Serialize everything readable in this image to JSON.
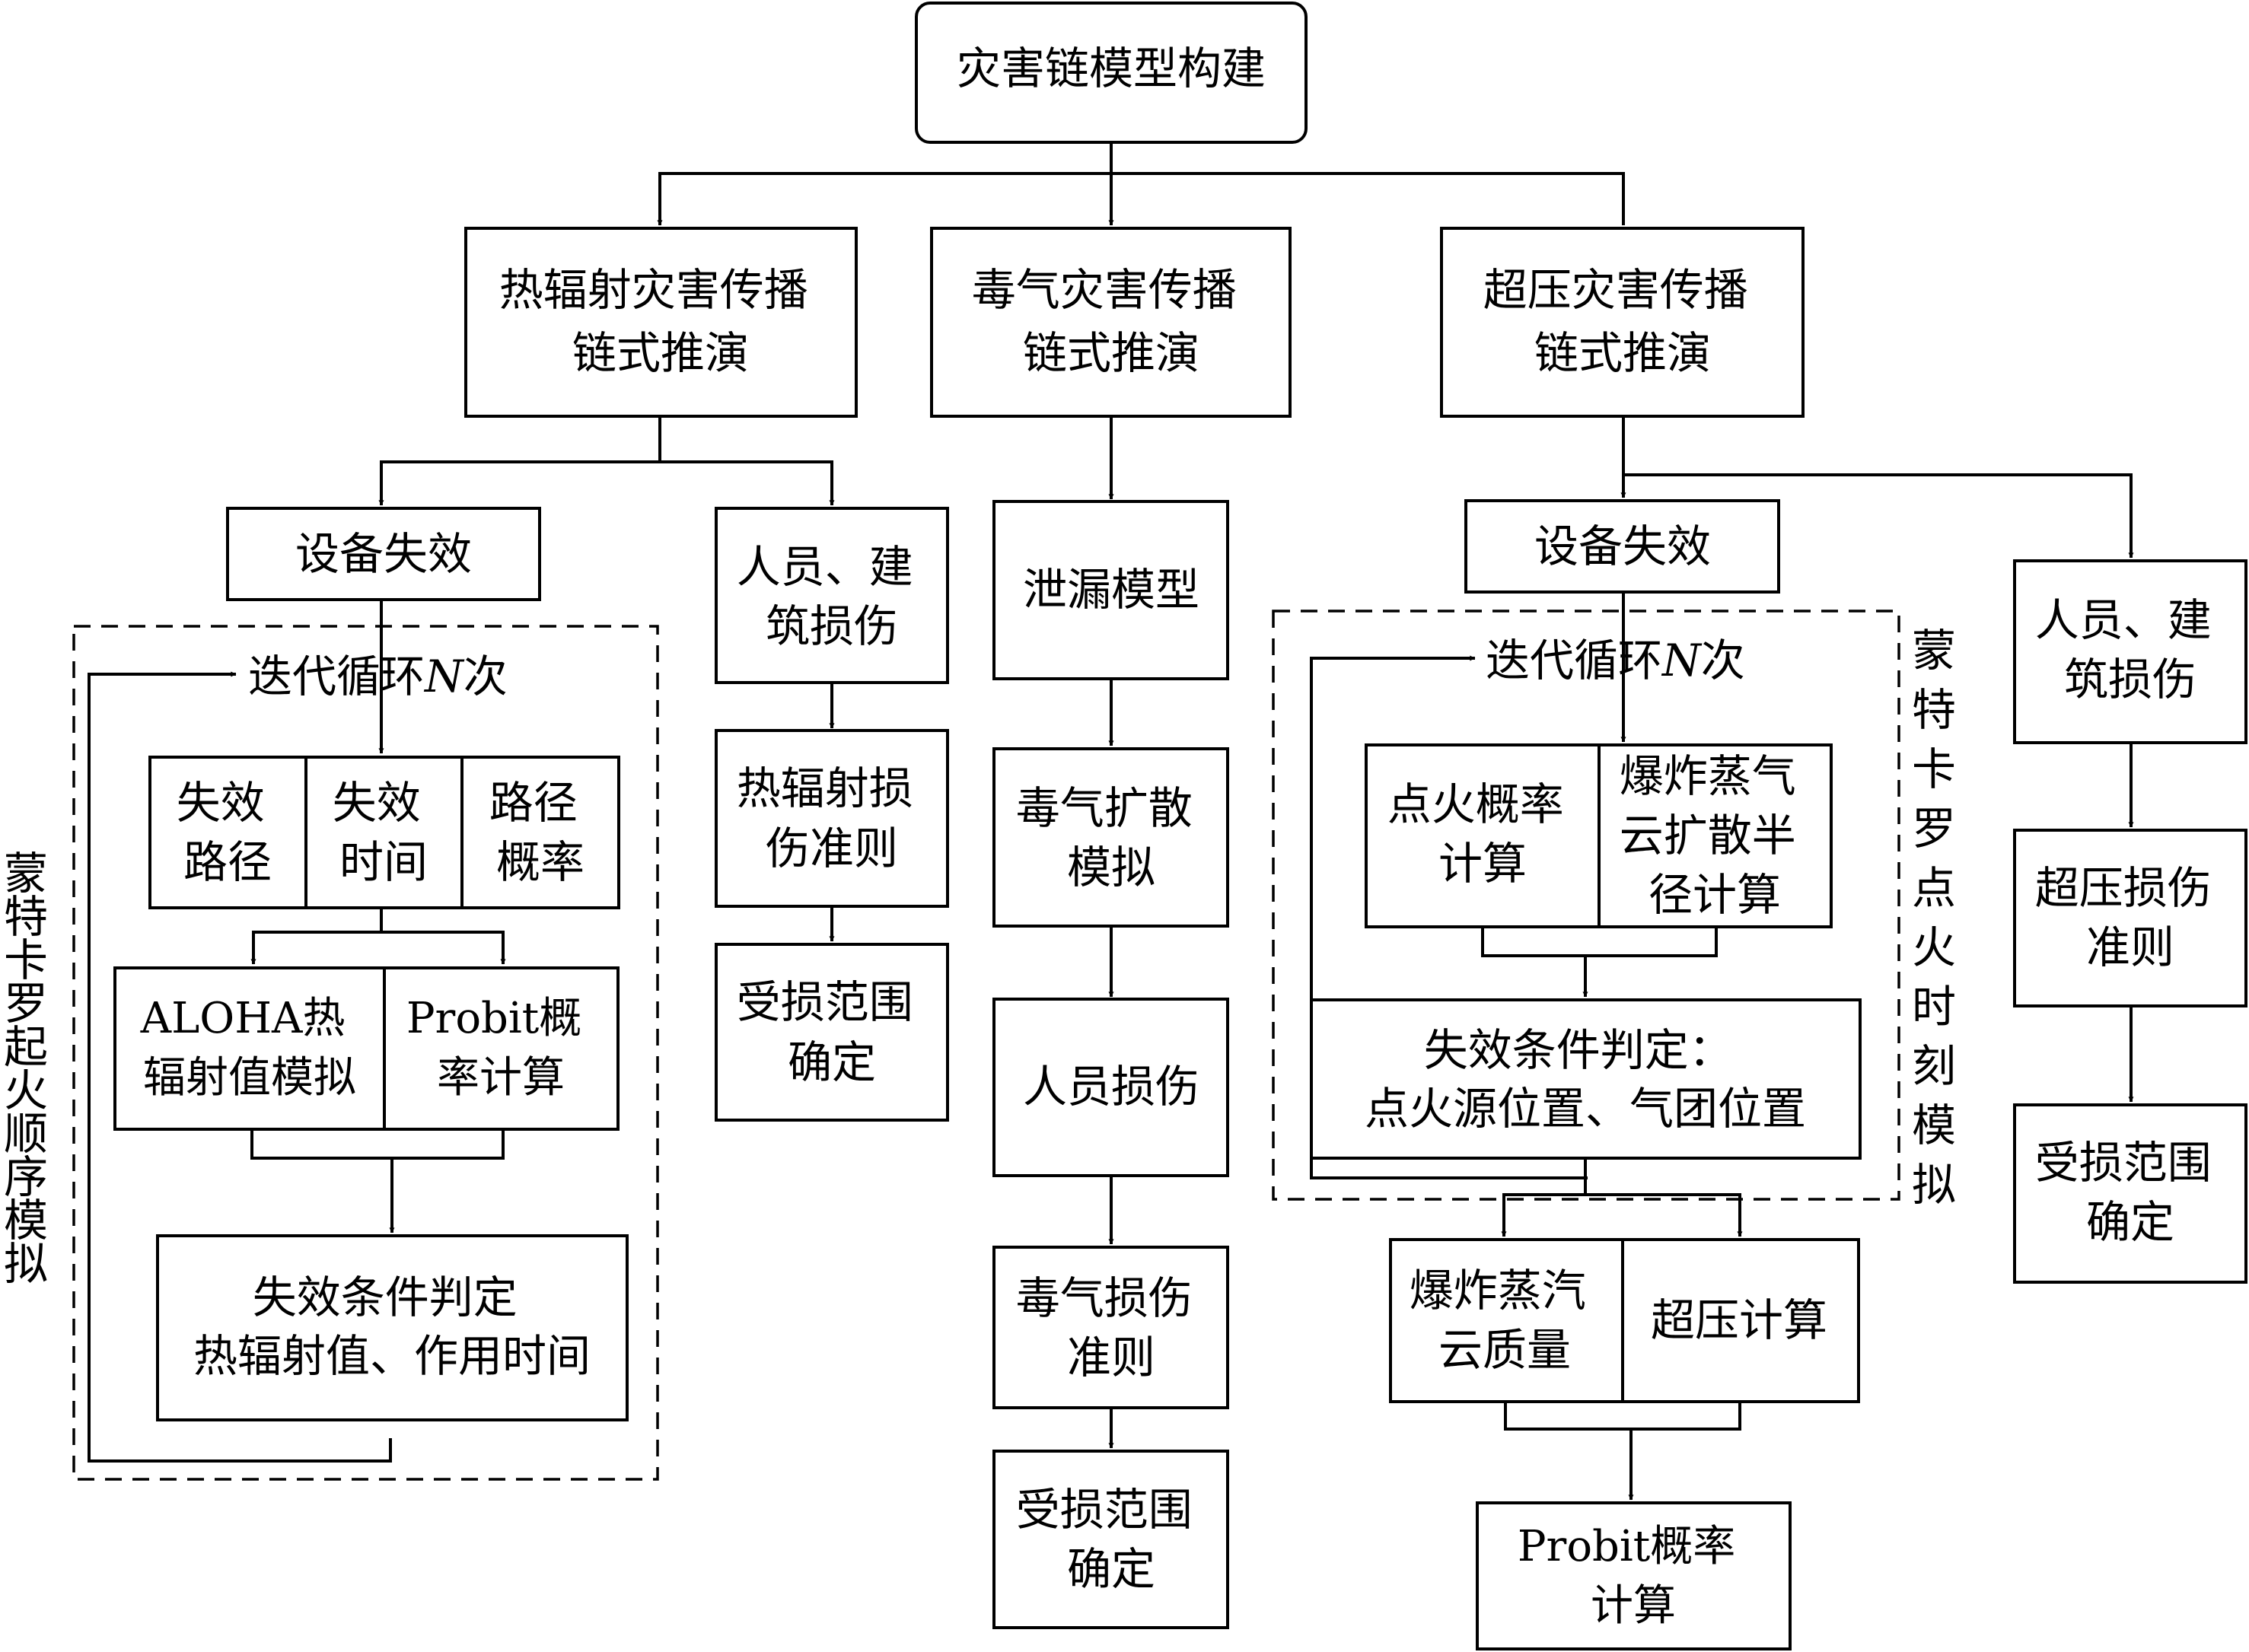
{
  "root": "灾害链模型构建",
  "thermal": {
    "title": [
      "热辐射灾害传播",
      "链式推演"
    ],
    "equipment_failure": "设备失效",
    "iteration": {
      "prefix": "迭代循环",
      "var": "N",
      "suffix": "次"
    },
    "params": [
      [
        "失效",
        "路径"
      ],
      [
        "失效",
        "时间"
      ],
      [
        "路径",
        "概率"
      ]
    ],
    "calc": [
      [
        "ALOHA热",
        "辐射值模拟"
      ],
      [
        "Probit概",
        "率计算"
      ]
    ],
    "condition": [
      "失效条件判定",
      "热辐射值、作用时间"
    ],
    "mc_label": "蒙特卡罗起火顺序模拟",
    "people": [
      "人员、建",
      "筑损伤"
    ],
    "criterion": [
      "热辐射损",
      "伤准则"
    ],
    "range": [
      "受损范围",
      "确定"
    ]
  },
  "toxic": {
    "title": [
      "毒气灾害传播",
      "链式推演"
    ],
    "steps": [
      [
        "泄漏模型"
      ],
      [
        "毒气扩散",
        "模拟"
      ],
      [
        "人员损伤"
      ],
      [
        "毒气损伤",
        "准则"
      ],
      [
        "受损范围",
        "确定"
      ]
    ]
  },
  "overpressure": {
    "title": [
      "超压灾害传播",
      "链式推演"
    ],
    "equipment_failure": "设备失效",
    "iteration": {
      "prefix": "迭代循环",
      "var": "N",
      "suffix": "次"
    },
    "calc1": [
      [
        "点火概率",
        "计算"
      ],
      [
        "爆炸蒸气",
        "云扩散半",
        "径计算"
      ]
    ],
    "condition": [
      "失效条件判定：",
      "点火源位置、气团位置"
    ],
    "mc_label": "蒙特卡罗点火时刻模拟",
    "calc2": [
      [
        "爆炸蒸汽",
        "云质量"
      ],
      [
        "超压计算"
      ]
    ],
    "probit": [
      "Probit概率",
      "计算"
    ],
    "people": [
      "人员、建",
      "筑损伤"
    ],
    "criterion": [
      "超压损伤",
      "准则"
    ],
    "range": [
      "受损范围",
      "确定"
    ]
  }
}
